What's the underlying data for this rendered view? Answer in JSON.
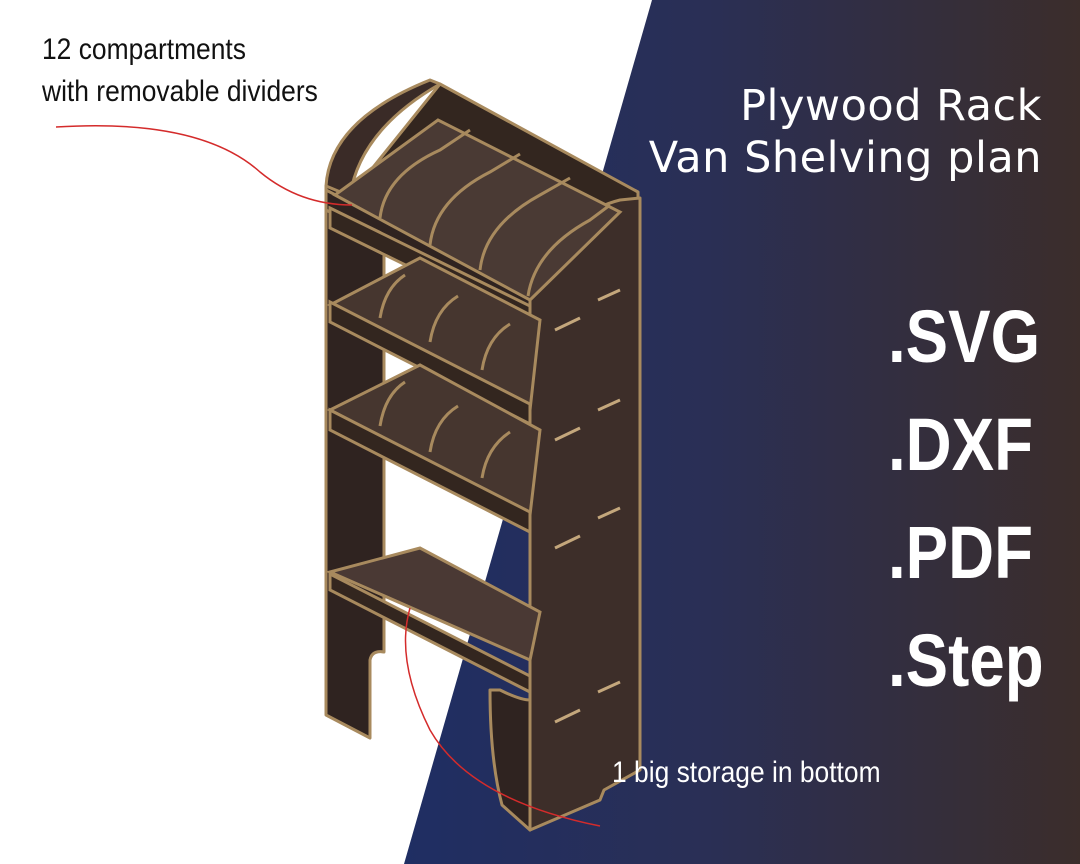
{
  "title": {
    "line1": "Plywood Rack",
    "line2": "Van Shelving plan"
  },
  "formats": [
    ".SVG",
    ".DXF",
    ".PDF",
    ".Step"
  ],
  "callouts": {
    "compartments_line1": "12 compartments",
    "compartments_line2": "with removable dividers",
    "bottom": "1 big storage in bottom"
  },
  "colors": {
    "background": "#ffffff",
    "panel_blue": "#1f2e5e",
    "panel_dark": "#3a2e2c",
    "wood_face": "#3e302c",
    "wood_edge": "#a88a5e",
    "callout_line": "#d42b2b"
  }
}
